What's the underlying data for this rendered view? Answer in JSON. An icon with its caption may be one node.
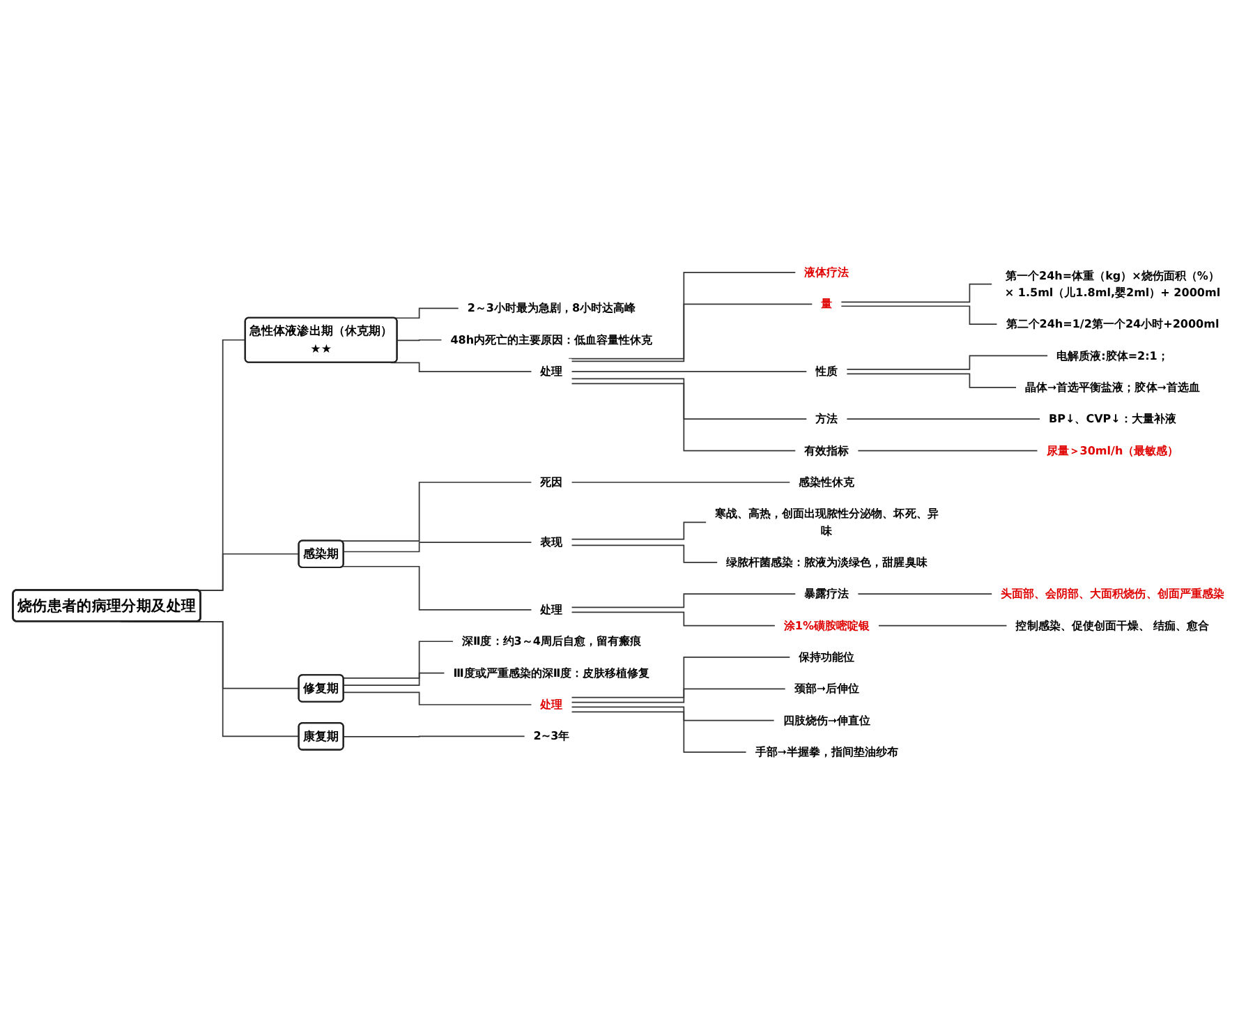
{
  "diagram": {
    "nodes": [
      {
        "text": [
          "烧伤患者的病理分期及处理"
        ]
      },
      {
        "text": [
          "急性体液渗出期（休克期）",
          "★★"
        ]
      },
      {
        "text": [
          "2～3小时最为急剧，8小时达高峰"
        ]
      },
      {
        "text": [
          "48h内死亡的主要原因：低血容量性休克"
        ]
      },
      {
        "text": [
          "处理"
        ]
      },
      {
        "text": [
          "液体疗法"
        ]
      },
      {
        "text": [
          "量"
        ]
      },
      {
        "text": [
          "第一个24h=体重（kg）×烧伤面积（%）× 1.5ml（儿1.8ml,婴2ml）+ 2000ml"
        ]
      },
      {
        "text": [
          "第二个24h=1/2第一个24小时+2000ml"
        ]
      },
      {
        "text": [
          "性质"
        ]
      },
      {
        "text": [
          "电解质液:胶体=2:1；"
        ]
      },
      {
        "text": [
          "晶体➞首选平衡盐液；胶体➞首选血"
        ]
      },
      {
        "text": [
          "方法"
        ]
      },
      {
        "text": [
          "BP↓、CVP↓：大量补液"
        ]
      },
      {
        "text": [
          "有效指标"
        ]
      },
      {
        "text": [
          "尿量＞30ml/h（最敏感）"
        ]
      },
      {
        "text": [
          "感染期"
        ]
      },
      {
        "text": [
          "死因"
        ]
      },
      {
        "text": [
          "感染性休克"
        ]
      },
      {
        "text": [
          "表现"
        ]
      },
      {
        "text": [
          "寒战、高热，创面出现脓性分泌物、坏死、异味"
        ]
      },
      {
        "text": [
          "绿脓杆菌感染：脓液为淡绿色，甜腥臭味"
        ]
      },
      {
        "text": [
          "处理"
        ]
      },
      {
        "text": [
          "暴露疗法"
        ]
      },
      {
        "text": [
          "头面部、会阴部、大面积烧伤、创面严重感染"
        ]
      },
      {
        "text": [
          "涂1%磺胺嘧啶银"
        ]
      },
      {
        "text": [
          "控制感染、促使创面干燥、 结痂、愈合"
        ]
      },
      {
        "text": [
          "修复期"
        ]
      },
      {
        "text": [
          "深Ⅱ度：约3～4周后自愈，留有瘢痕"
        ]
      },
      {
        "text": [
          "Ⅲ度或严重感染的深Ⅱ度：皮肤移植修复"
        ]
      },
      {
        "text": [
          "处理"
        ]
      },
      {
        "text": [
          "保持功能位"
        ]
      },
      {
        "text": [
          "颈部➞后伸位"
        ]
      },
      {
        "text": [
          "四肢烧伤➞伸直位"
        ]
      },
      {
        "text": [
          "手部➞半握拳，指间垫油纱布"
        ]
      },
      {
        "text": [
          "康复期"
        ]
      },
      {
        "text": [
          "2~3年"
        ]
      }
    ],
    "edges": [
      {
        "from": 0,
        "to": 1,
        "arrow": "none"
      },
      {
        "from": 0,
        "to": 16,
        "arrow": "none"
      },
      {
        "from": 0,
        "to": 27,
        "arrow": "none"
      },
      {
        "from": 0,
        "to": 35,
        "arrow": "none"
      },
      {
        "from": 1,
        "to": 2,
        "arrow": "none"
      },
      {
        "from": 1,
        "to": 3,
        "arrow": "none"
      },
      {
        "from": 1,
        "to": 4,
        "arrow": "none"
      },
      {
        "from": 4,
        "to": 5,
        "arrow": "none"
      },
      {
        "from": 4,
        "to": 6,
        "arrow": "none"
      },
      {
        "from": 4,
        "to": 9,
        "arrow": "none"
      },
      {
        "from": 4,
        "to": 12,
        "arrow": "none"
      },
      {
        "from": 4,
        "to": 14,
        "arrow": "none"
      },
      {
        "from": 6,
        "to": 7,
        "arrow": "none"
      },
      {
        "from": 6,
        "to": 8,
        "arrow": "none"
      },
      {
        "from": 9,
        "to": 10,
        "arrow": "none"
      },
      {
        "from": 9,
        "to": 11,
        "arrow": "none"
      },
      {
        "from": 12,
        "to": 13,
        "arrow": "none"
      },
      {
        "from": 14,
        "to": 15,
        "arrow": "none"
      },
      {
        "from": 16,
        "to": 17,
        "arrow": "none"
      },
      {
        "from": 16,
        "to": 19,
        "arrow": "none"
      },
      {
        "from": 16,
        "to": 22,
        "arrow": "none"
      },
      {
        "from": 17,
        "to": 18,
        "arrow": "none"
      },
      {
        "from": 19,
        "to": 20,
        "arrow": "none"
      },
      {
        "from": 19,
        "to": 21,
        "arrow": "none"
      },
      {
        "from": 22,
        "to": 23,
        "arrow": "none"
      },
      {
        "from": 22,
        "to": 25,
        "arrow": "none"
      },
      {
        "from": 23,
        "to": 24,
        "arrow": "none"
      },
      {
        "from": 25,
        "to": 26,
        "arrow": "none"
      },
      {
        "from": 27,
        "to": 28,
        "arrow": "none"
      },
      {
        "from": 27,
        "to": 29,
        "arrow": "none"
      },
      {
        "from": 27,
        "to": 30,
        "arrow": "none"
      },
      {
        "from": 30,
        "to": 31,
        "arrow": "none"
      },
      {
        "from": 30,
        "to": 32,
        "arrow": "none"
      },
      {
        "from": 30,
        "to": 33,
        "arrow": "none"
      },
      {
        "from": 30,
        "to": 34,
        "arrow": "none"
      },
      {
        "from": 35,
        "to": 36,
        "arrow": "none"
      }
    ]
  }
}
